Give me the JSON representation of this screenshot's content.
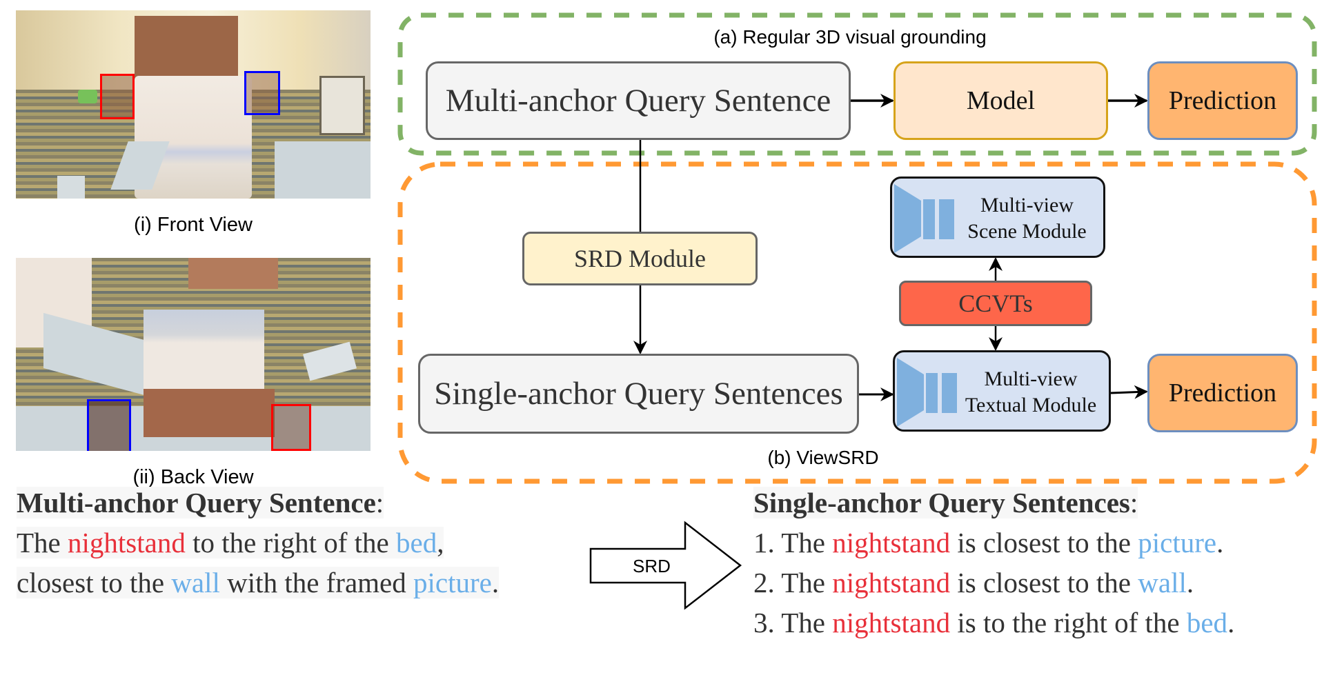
{
  "views": {
    "front": {
      "caption": "(i) Front View",
      "target_box_color": "#ff0000",
      "anchor_box_color": "#0000ff"
    },
    "back": {
      "caption": "(ii) Back View",
      "target_box_color": "#ff0000",
      "anchor_box_color": "#0000ff"
    }
  },
  "panel_a": {
    "label": "(a) Regular 3D visual grounding",
    "border_color": "#82b366",
    "query_box": "Multi-anchor Query Sentence",
    "model_box": "Model",
    "prediction_box": "Prediction"
  },
  "panel_b": {
    "label": "(b) ViewSRD",
    "border_color": "#ff9933",
    "srd_module": "SRD Module",
    "scene_module": {
      "line1": "Multi-view",
      "line2": "Scene Module"
    },
    "ccvts": "CCVTs",
    "textual_module": {
      "line1": "Multi-view",
      "line2": "Textual Module"
    },
    "query_box": "Single-anchor Query Sentences",
    "prediction_box": "Prediction"
  },
  "multi_anchor_text": {
    "title": "Multi-anchor Query Sentence",
    "colon": ":",
    "line1": [
      {
        "text": "The ",
        "role": "plain"
      },
      {
        "text": "nightstand",
        "role": "target"
      },
      {
        "text": " to the right of the ",
        "role": "plain"
      },
      {
        "text": "bed",
        "role": "anchor"
      },
      {
        "text": ",",
        "role": "plain"
      }
    ],
    "line2": [
      {
        "text": "closest to the ",
        "role": "plain"
      },
      {
        "text": "wall",
        "role": "anchor"
      },
      {
        "text": " with the framed ",
        "role": "plain"
      },
      {
        "text": "picture",
        "role": "anchor"
      },
      {
        "text": ".",
        "role": "plain"
      }
    ]
  },
  "srd_arrow": {
    "label": "SRD"
  },
  "single_anchor_text": {
    "title": "Single-anchor Query Sentences",
    "colon": ":",
    "items": [
      [
        {
          "text": "1. The ",
          "role": "plain"
        },
        {
          "text": "nightstand",
          "role": "target"
        },
        {
          "text": " is closest to the ",
          "role": "plain"
        },
        {
          "text": "picture",
          "role": "anchor"
        },
        {
          "text": ".",
          "role": "plain"
        }
      ],
      [
        {
          "text": "2. The ",
          "role": "plain"
        },
        {
          "text": "nightstand",
          "role": "target"
        },
        {
          "text": " is closest to the ",
          "role": "plain"
        },
        {
          "text": "wall",
          "role": "anchor"
        },
        {
          "text": ".",
          "role": "plain"
        }
      ],
      [
        {
          "text": "3. The ",
          "role": "plain"
        },
        {
          "text": "nightstand",
          "role": "target"
        },
        {
          "text": " is to the right of the ",
          "role": "plain"
        },
        {
          "text": "bed",
          "role": "anchor"
        },
        {
          "text": ".",
          "role": "plain"
        }
      ]
    ]
  },
  "colors": {
    "target_word": "#e8303a",
    "anchor_word": "#6aaee8",
    "text": "#333333"
  }
}
